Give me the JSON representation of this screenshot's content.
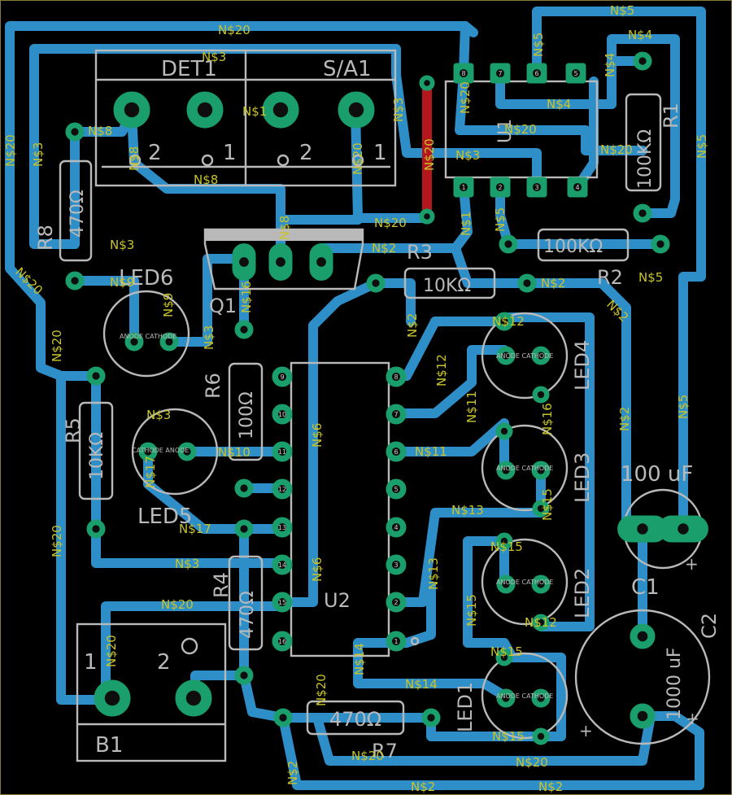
{
  "board": {
    "border_color": "#8a7a3c",
    "trace_color": "#2e8fc8",
    "pad_color": "#1a9e6b",
    "silk_color": "#b9b9b9",
    "net_label_color": "#c8c42a",
    "top_trace_color": "#b3171c"
  },
  "components": {
    "det1": "DET1",
    "sa1": "S/A1",
    "q1": "Q1",
    "u1": "U1",
    "u2": "U2",
    "r1": "R1",
    "r1_val": "100KΩ",
    "r2": "R2",
    "r2_val": "100KΩ",
    "r3": "R3",
    "r3_val": "10KΩ",
    "r4": "R4",
    "r4_val": "470Ω",
    "r5": "R5",
    "r5_val": "10KΩ",
    "r6": "R6",
    "r6_val": "100Ω",
    "r7": "R7",
    "r7_val": "470Ω",
    "r8": "R8",
    "r8_val": "470Ω",
    "led1": "LED1",
    "led2": "LED2",
    "led3": "LED3",
    "led4": "LED4",
    "led5": "LED5",
    "led6": "LED6",
    "c1": "C1",
    "c1_val": "100 uF",
    "c2": "C2",
    "c2_val": "1000 uF",
    "b1": "B1",
    "pin1": "1",
    "pin2": "2",
    "plus": "+",
    "anode_cathode": "ANODE CATHODE",
    "cathode_anode": "CATHODE ANODE"
  },
  "u2_pins": [
    "9",
    "10",
    "11",
    "12",
    "13",
    "14",
    "15",
    "16",
    "8",
    "7",
    "6",
    "5",
    "4",
    "3",
    "2",
    "1"
  ],
  "u1_pins": [
    "8",
    "7",
    "6",
    "5",
    "1",
    "2",
    "3",
    "4"
  ],
  "nets": {
    "n20": "N$20",
    "n5": "N$5",
    "n4": "N$4",
    "n3": "N$3",
    "n8": "N$8",
    "n1": "N$1",
    "n2": "N$2",
    "n9": "N$9",
    "n16": "N$16",
    "n10": "N$10",
    "n17": "N$17",
    "n6": "N$6",
    "n12": "N$12",
    "n11": "N$11",
    "n13": "N$13",
    "n15": "N$15",
    "n14": "N$14"
  }
}
